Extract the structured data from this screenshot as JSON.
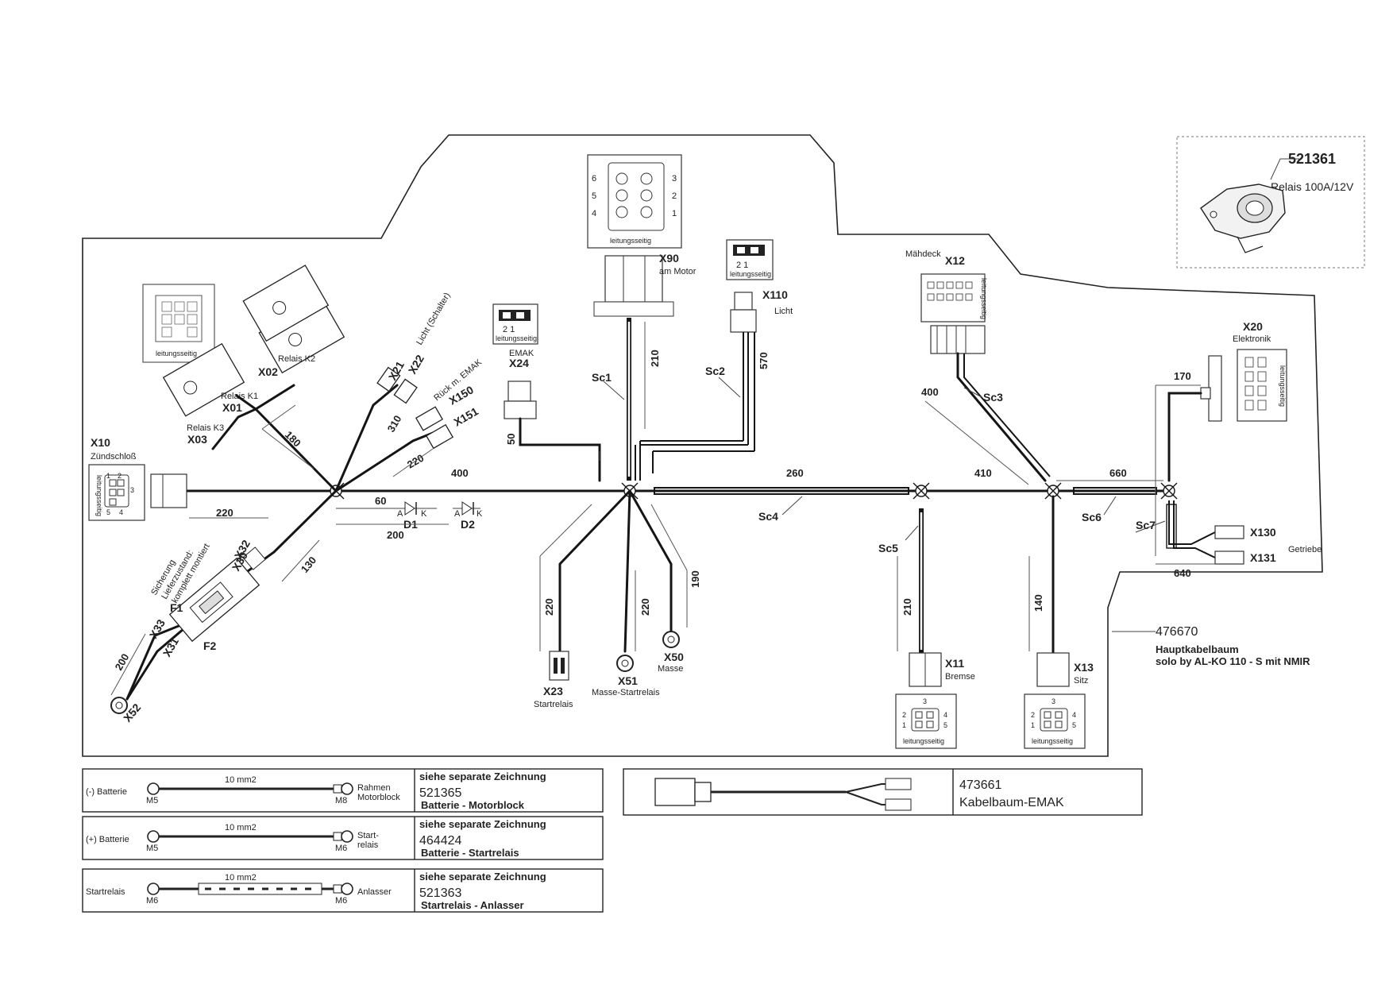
{
  "relay_part": {
    "number": "521361",
    "description": "Relais 100A/12V"
  },
  "main_harness": {
    "number": "476670",
    "name": "Hauptkabelbaum",
    "model": "solo by AL-KO 110 - S mit NMIR"
  },
  "connector_view_label": "leitungsseitig",
  "connectors": {
    "x90": {
      "id": "X90",
      "desc": "am Motor",
      "pins": [
        "6",
        "5",
        "4",
        "3",
        "2",
        "1"
      ]
    },
    "x110": {
      "id": "X110",
      "desc": "Licht",
      "pins": "2 1"
    },
    "x24": {
      "id": "X24",
      "desc": "EMAK",
      "pins": "2 1"
    },
    "x12": {
      "id": "X12",
      "desc": "Mähdeck"
    },
    "x20": {
      "id": "X20",
      "desc": "Elektronik"
    },
    "x10": {
      "id": "X10",
      "desc": "Zündschloß",
      "pins": [
        "2",
        "1",
        "3",
        "4",
        "5"
      ]
    },
    "x21": {
      "id": "X21"
    },
    "x22": {
      "id": "X22",
      "desc": "Licht (Schalter)"
    },
    "x150": {
      "id": "X150",
      "desc": "Rück m. EMAK"
    },
    "x151": {
      "id": "X151"
    },
    "x01": {
      "id": "X01",
      "desc": "Relais K1"
    },
    "x02": {
      "id": "X02",
      "desc": "Relais K2"
    },
    "x03": {
      "id": "X03",
      "desc": "Relais K3"
    },
    "x30": {
      "id": "X30"
    },
    "x32": {
      "id": "X32"
    },
    "x33": {
      "id": "X33"
    },
    "x31": {
      "id": "X31"
    },
    "x52": {
      "id": "X52"
    },
    "x23": {
      "id": "X23",
      "desc": "Startrelais"
    },
    "x51": {
      "id": "X51",
      "desc": "Masse-Startrelais"
    },
    "x50": {
      "id": "X50",
      "desc": "Masse"
    },
    "x11": {
      "id": "X11",
      "desc": "Bremse",
      "pins": [
        "3",
        "2",
        "1",
        "4",
        "5"
      ]
    },
    "x13": {
      "id": "X13",
      "desc": "Sitz",
      "pins": [
        "3",
        "2",
        "1",
        "4",
        "5"
      ]
    },
    "x130": {
      "id": "X130"
    },
    "x131": {
      "id": "X131"
    },
    "getriebe": "Getriebe"
  },
  "fuses": {
    "f1": "F1",
    "f2": "F2",
    "note": [
      "Sicherung",
      "Lieferzustand:",
      "komplett montiert"
    ]
  },
  "diodes": {
    "d1": "D1",
    "d2": "D2",
    "anode": "A",
    "cathode": "K"
  },
  "sleeves": [
    "Sc1",
    "Sc2",
    "Sc3",
    "Sc4",
    "Sc5",
    "Sc6",
    "Sc7"
  ],
  "dimensions": {
    "x90": "210",
    "x110": "570",
    "x24": "50",
    "x12": "400",
    "x20": "170",
    "x10": "220",
    "x21": "310",
    "x150": "220",
    "relay": "180",
    "seg400": "400",
    "seg260": "260",
    "seg410": "410",
    "seg660": "660",
    "d60": "60",
    "d200": "200",
    "fuse130": "130",
    "x52": "200",
    "x23": "220",
    "x51": "220",
    "x50": "190",
    "x11": "210",
    "x13": "140",
    "x130": "640"
  },
  "cables": [
    {
      "left": "(-) Batterie",
      "left_term": "M5",
      "size": "10 mm2",
      "right_term": "M8",
      "right": [
        "Rahmen",
        "Motorblock"
      ],
      "note": "siehe separate Zeichnung",
      "number": "521365",
      "name": "Batterie - Motorblock"
    },
    {
      "left": "(+) Batterie",
      "left_term": "M5",
      "size": "10 mm2",
      "right_term": "M6",
      "right": [
        "Start-",
        "relais"
      ],
      "note": "siehe separate Zeichnung",
      "number": "464424",
      "name": "Batterie - Startrelais"
    },
    {
      "left": "Startrelais",
      "left_term": "M6",
      "size": "10 mm2",
      "right_term": "M6",
      "right": [
        "Anlasser"
      ],
      "note": "siehe separate Zeichnung",
      "number": "521363",
      "name": "Startrelais - Anlasser"
    }
  ],
  "emak_harness": {
    "number": "473661",
    "name": "Kabelbaum-EMAK"
  }
}
